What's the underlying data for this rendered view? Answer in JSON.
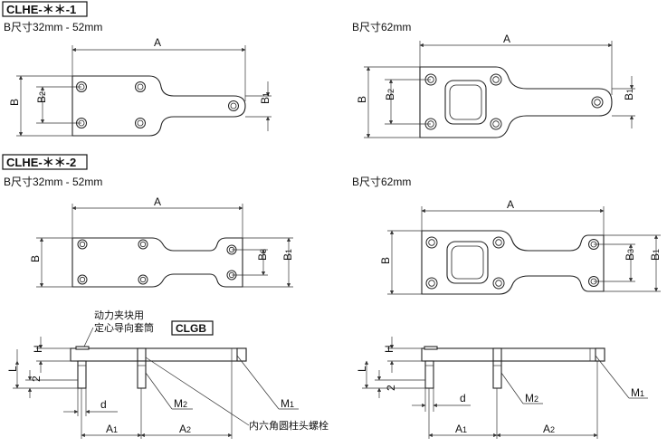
{
  "variants": [
    {
      "code": "CLHE-＊＊-1",
      "left_caption": "B尺寸32mm - 52mm",
      "right_caption": "B尺寸62mm"
    },
    {
      "code": "CLHE-＊＊-2",
      "left_caption": "B尺寸32mm - 52mm",
      "right_caption": "B尺寸62mm"
    }
  ],
  "dimensions": {
    "A": "A",
    "B": "B",
    "B1": "B",
    "B2": "B",
    "B3": "B",
    "sub1": "1",
    "sub2": "2",
    "sub3": "3",
    "H": "H",
    "L": "L",
    "two": "2",
    "d": "d",
    "A1": "A",
    "A2": "A",
    "M1": "M",
    "M2": "M"
  },
  "side_view": {
    "guide_note_line1": "动力夹块用",
    "guide_note_line2": "定心导向套筒",
    "guide_badge": "CLGB",
    "bolt_note": "内六角圆柱头螺栓"
  }
}
